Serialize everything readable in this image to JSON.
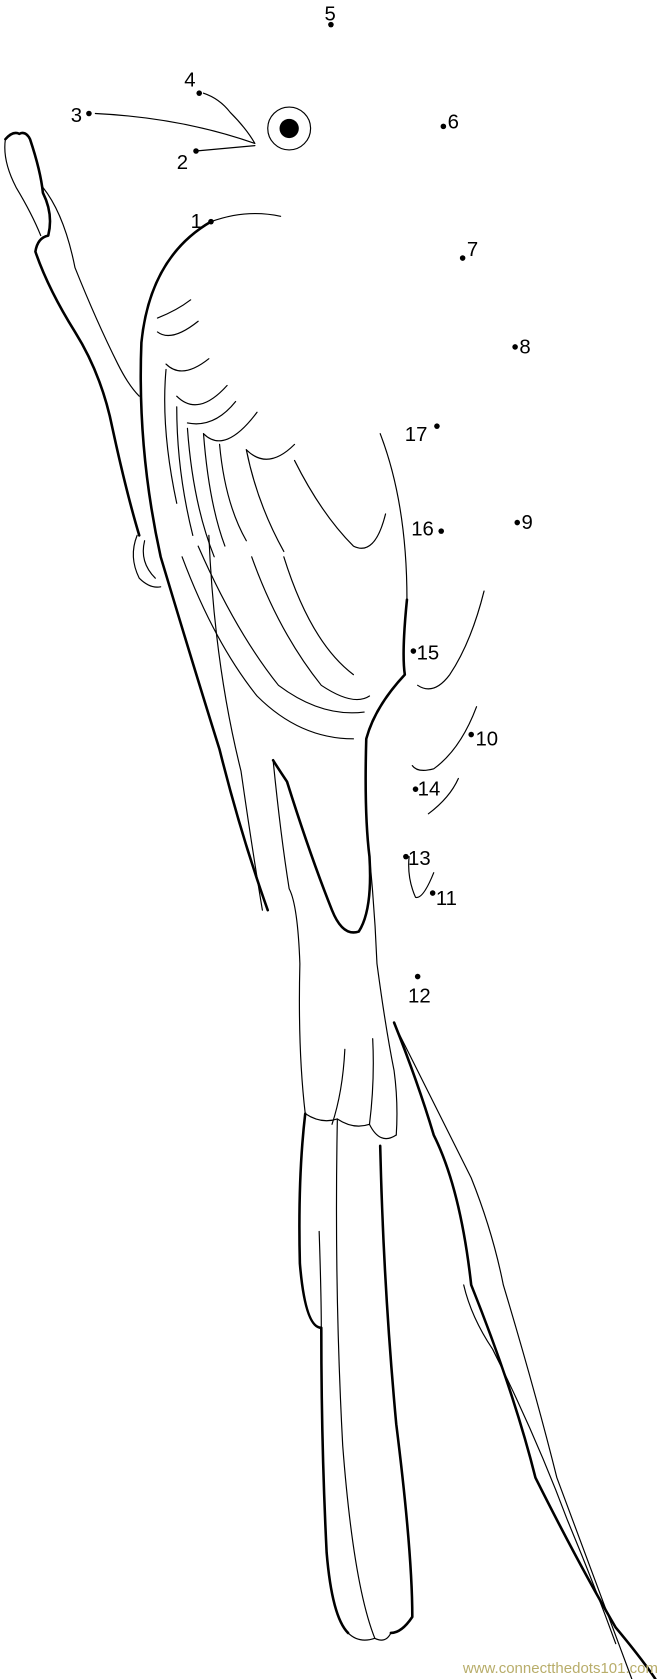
{
  "puzzle": {
    "dots": [
      "1",
      "2",
      "3",
      "4",
      "5",
      "6",
      "7",
      "8",
      "9",
      "10",
      "11",
      "12",
      "13",
      "14",
      "15",
      "16",
      "17"
    ]
  },
  "watermark": "www.connectthedots101.com"
}
